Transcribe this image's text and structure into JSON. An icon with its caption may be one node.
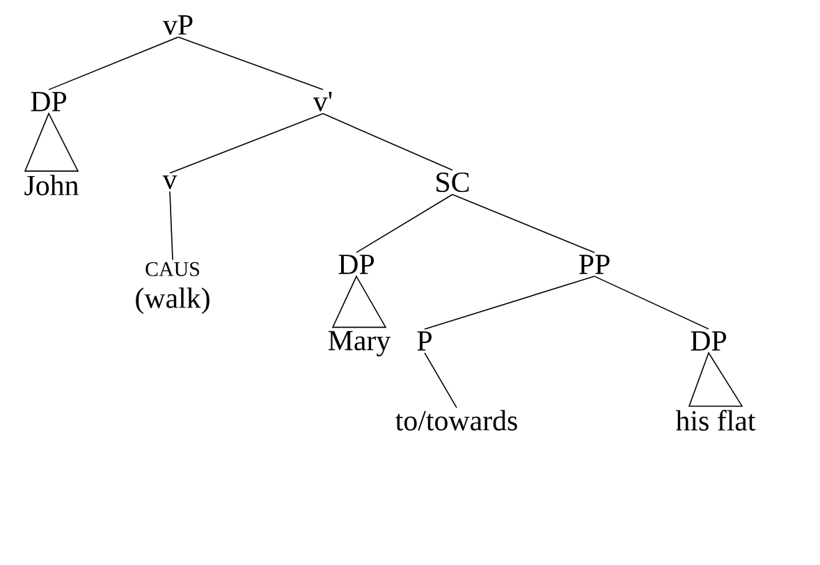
{
  "diagram": {
    "nodes": [
      {
        "text": [
          "vP"
        ]
      },
      {
        "text": [
          "DP"
        ]
      },
      {
        "text": [
          "John"
        ]
      },
      {
        "text": [
          "v'"
        ]
      },
      {
        "text": [
          "v"
        ]
      },
      {
        "text": [
          "CAUS",
          "(walk)"
        ]
      },
      {
        "text": [
          "SC"
        ]
      },
      {
        "text": [
          "DP"
        ]
      },
      {
        "text": [
          "Mary"
        ]
      },
      {
        "text": [
          "PP"
        ]
      },
      {
        "text": [
          "P"
        ]
      },
      {
        "text": [
          "to/towards"
        ]
      },
      {
        "text": [
          "DP"
        ]
      },
      {
        "text": [
          "his flat"
        ]
      }
    ],
    "edges": [
      {
        "from": 0,
        "to": 1,
        "arrow": "none"
      },
      {
        "from": 0,
        "to": 3,
        "arrow": "none"
      },
      {
        "from": 1,
        "to": 2,
        "arrow": "none"
      },
      {
        "from": 3,
        "to": 4,
        "arrow": "none"
      },
      {
        "from": 3,
        "to": 6,
        "arrow": "none"
      },
      {
        "from": 4,
        "to": 5,
        "arrow": "none"
      },
      {
        "from": 6,
        "to": 7,
        "arrow": "none"
      },
      {
        "from": 6,
        "to": 9,
        "arrow": "none"
      },
      {
        "from": 7,
        "to": 8,
        "arrow": "none"
      },
      {
        "from": 9,
        "to": 10,
        "arrow": "none"
      },
      {
        "from": 9,
        "to": 12,
        "arrow": "none"
      },
      {
        "from": 10,
        "to": 11,
        "arrow": "none"
      },
      {
        "from": 12,
        "to": 13,
        "arrow": "none"
      }
    ]
  }
}
